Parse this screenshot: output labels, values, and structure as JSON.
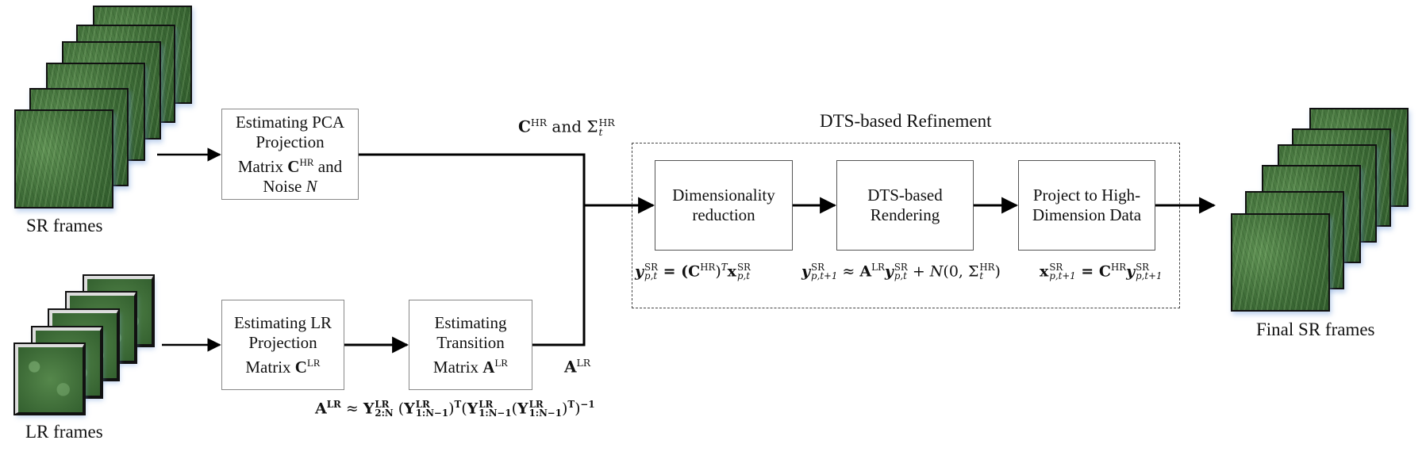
{
  "inputs": {
    "sr_frames_label": "SR frames",
    "lr_frames_label": "LR frames",
    "sr_frame_count": 6,
    "lr_frame_count": 5
  },
  "output": {
    "final_frames_label": "Final SR frames",
    "final_frame_count": 6
  },
  "boxes": {
    "pca": {
      "line1": "Estimating PCA",
      "line2": "Projection",
      "line3_prefix": "Matrix ",
      "line3_sym": "C",
      "line3_sup": "HR",
      "line3_suffix": " and",
      "line4_prefix": "Noise ",
      "line4_sym": "N"
    },
    "lr_proj": {
      "line1": "Estimating LR",
      "line2": "Projection",
      "line3_prefix": "Matrix ",
      "line3_sym": "C",
      "line3_sup": "LR"
    },
    "transition": {
      "line1": "Estimating",
      "line2": "Transition",
      "line3_prefix": "Matrix ",
      "line3_sym": "A",
      "line3_sup": "LR"
    },
    "dim_red": {
      "line1": "Dimensionality",
      "line2": "reduction"
    },
    "dts_render": {
      "line1": "DTS-based",
      "line2": "Rendering"
    },
    "project_high": {
      "line1": "Project to High-",
      "line2": "Dimension Data"
    }
  },
  "refinement": {
    "title": "DTS-based Refinement"
  },
  "annotations": {
    "chr_sigma": {
      "sym1": "C",
      "sup1": "HR",
      "mid": " and ",
      "sym2": "Σ",
      "sub2": "t",
      "sup2": "HR"
    },
    "alr": {
      "sym": "A",
      "sup": "LR"
    }
  },
  "equations": {
    "eq1": {
      "lhs": "y",
      "lhs_sup": "SR",
      "lhs_sub": "p,t",
      "rel": " = (",
      "c": "C",
      "c_sup": "HR",
      "close": ")",
      "t": "T",
      "x": "x",
      "x_sup": "SR",
      "x_sub": "p,t"
    },
    "eq2": {
      "lhs": "y",
      "lhs_sup": "SR",
      "lhs_sub": "p,t+1",
      "rel": " ≈ ",
      "a": "A",
      "a_sup": "LR",
      "y": "y",
      "y_sup": "SR",
      "y_sub": "p,t",
      "plus": " + ",
      "n": "N",
      "args": "(0, Σ",
      "args_sub": "t",
      "args_sup": "HR",
      "args_close": ")"
    },
    "eq3": {
      "lhs": "x",
      "lhs_sup": "SR",
      "lhs_sub": "p,t+1",
      "rel": " = ",
      "c": "C",
      "c_sup": "HR",
      "y": "y",
      "y_sup": "SR",
      "y_sub": "p,t+1"
    },
    "alr_formula": {
      "a": "A",
      "a_sup": "LR",
      "rel": " ≈ ",
      "y1": "Y",
      "y1_sup": "LR",
      "y1_sub": "2:N",
      "p1": " (",
      "y2": "Y",
      "y2_sup": "LR",
      "y2_sub": "1:N−1",
      "p2": ")",
      "t2": "T",
      "p3": "(",
      "y3": "Y",
      "y3_sup": "LR",
      "y3_sub": "1:N−1",
      "p4": "(",
      "y4": "Y",
      "y4_sup": "LR",
      "y4_sub": "1:N−1",
      "p5": ")",
      "t5": "T",
      "p6": ")",
      "inv": "−1"
    }
  }
}
